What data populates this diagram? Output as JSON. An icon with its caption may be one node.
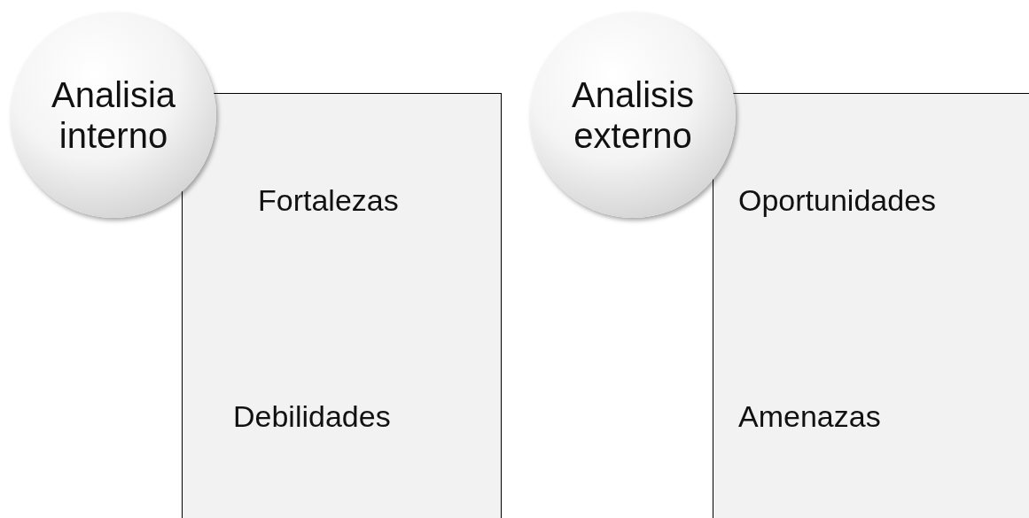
{
  "diagram": {
    "nodes": [
      {
        "text": [
          "Analisia interno"
        ]
      },
      {
        "text": [
          "Fortalezas"
        ]
      },
      {
        "text": [
          "Debilidades"
        ]
      },
      {
        "text": [
          "Analisis externo"
        ]
      },
      {
        "text": [
          "Oportunidades"
        ]
      },
      {
        "text": [
          "Amenazas"
        ]
      }
    ]
  }
}
